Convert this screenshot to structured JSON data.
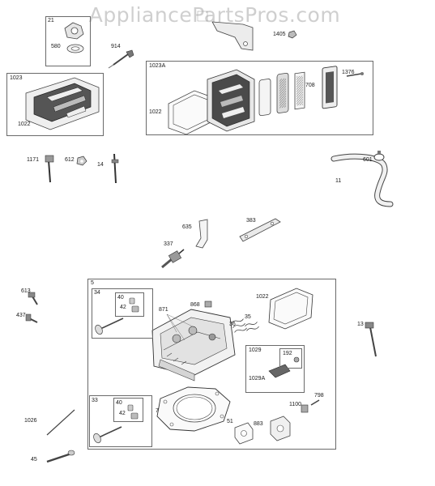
{
  "watermark": "AppliancePartsPros.com",
  "colors": {
    "ink": "#1a1a1a",
    "line": "#555555",
    "fill": "#e9e9e9",
    "dark": "#444444",
    "watermark": "#cfcfcf"
  },
  "groups": {
    "g21": "21",
    "g1023": "1023",
    "g1023a": "1023A",
    "g5": "5",
    "g34": "34",
    "g40a": "40",
    "g1029": "1029",
    "g192": "192",
    "g33": "33",
    "g40b": "40"
  },
  "callouts": {
    "c580": "580",
    "c914": "914",
    "c1405": "1405",
    "c1022a": "1022",
    "c1022b": "1022",
    "c708": "708",
    "c1376": "1376",
    "c1171": "1171",
    "c612": "612",
    "c14": "14",
    "c601": "601",
    "c11": "11",
    "c635": "635",
    "c383": "383",
    "c337": "337",
    "c613": "613",
    "c437": "437",
    "c42a": "42",
    "c871": "871",
    "c868": "868",
    "c35": "35",
    "c36": "36",
    "c1022c": "1022",
    "c13": "13",
    "c1029a": "1029A",
    "c7": "7",
    "c42b": "42",
    "c798": "798",
    "c1100": "1100",
    "c51": "51",
    "c883": "883",
    "c1026": "1026",
    "c45": "45"
  }
}
